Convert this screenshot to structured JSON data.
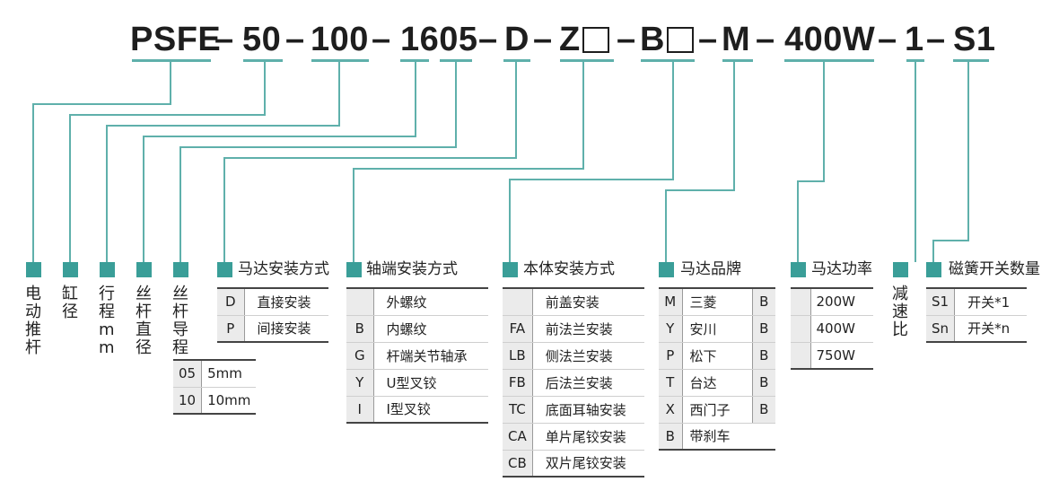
{
  "model": {
    "segments": [
      "PSFE",
      "50",
      "100",
      "1605",
      "D",
      "Z",
      "B",
      "M",
      "400W",
      "1",
      "S1"
    ],
    "separator": "–"
  },
  "categories": {
    "electric_rod": "电动推杆",
    "bore": "缸径",
    "stroke": "行程mm",
    "screw_dia": "丝杆直径",
    "lead": "丝杆导程",
    "motor_mount": "马达安装方式",
    "shaft_mount": "轴端安装方式",
    "body_mount": "本体安装方式",
    "motor_brand": "马达品牌",
    "motor_power": "马达功率",
    "ratio": "减速比",
    "switch_count": "磁簧开关数量"
  },
  "lead_table": [
    {
      "code": "05",
      "desc": "5mm"
    },
    {
      "code": "10",
      "desc": "10mm"
    }
  ],
  "motor_mount_table": [
    {
      "code": "D",
      "desc": "直接安装"
    },
    {
      "code": "P",
      "desc": "间接安装"
    }
  ],
  "shaft_table": [
    {
      "code": "",
      "desc": "外螺纹"
    },
    {
      "code": "B",
      "desc": "内螺纹"
    },
    {
      "code": "G",
      "desc": "杆端关节轴承"
    },
    {
      "code": "Y",
      "desc": "U型叉铰"
    },
    {
      "code": "I",
      "desc": "I型叉铰"
    }
  ],
  "body_table": [
    {
      "code": "",
      "desc": "前盖安装"
    },
    {
      "code": "FA",
      "desc": "前法兰安装"
    },
    {
      "code": "LB",
      "desc": "侧法兰安装"
    },
    {
      "code": "FB",
      "desc": "后法兰安装"
    },
    {
      "code": "TC",
      "desc": "底面耳轴安装"
    },
    {
      "code": "CA",
      "desc": "单片尾铰安装"
    },
    {
      "code": "CB",
      "desc": "双片尾铰安装"
    }
  ],
  "brand_table": [
    {
      "code": "M",
      "desc": "三菱",
      "brake": "B"
    },
    {
      "code": "Y",
      "desc": "安川",
      "brake": "B"
    },
    {
      "code": "P",
      "desc": "松下",
      "brake": "B"
    },
    {
      "code": "T",
      "desc": "台达",
      "brake": "B"
    },
    {
      "code": "X",
      "desc": "西门子",
      "brake": "B"
    },
    {
      "code": "B",
      "desc": "带刹车",
      "brake": ""
    }
  ],
  "power_table": [
    {
      "code": "",
      "desc": "200W"
    },
    {
      "code": "",
      "desc": "400W"
    },
    {
      "code": "",
      "desc": "750W"
    }
  ],
  "switch_table": [
    {
      "code": "S1",
      "desc": "开关*1"
    },
    {
      "code": "Sn",
      "desc": "开关*n"
    }
  ],
  "colors": {
    "accent": "#3a9e98",
    "line": "#5fb0ab",
    "text": "#1e1e1e",
    "cell": "#ebebeb"
  }
}
